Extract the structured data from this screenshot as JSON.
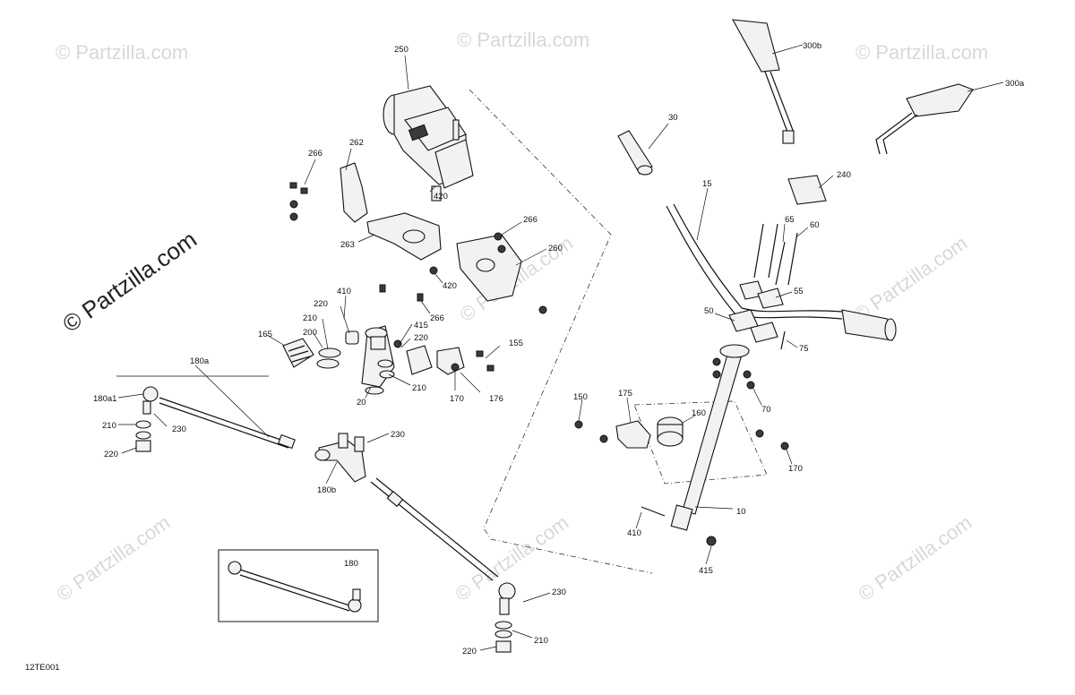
{
  "diagram": {
    "code": "12TE001",
    "watermark_main": "© Partzilla.com",
    "watermark": "© Partzilla.com",
    "labels": {
      "l250": "250",
      "l262": "262",
      "l266a": "266",
      "l420a": "420",
      "l266b": "266",
      "l260": "260",
      "l263": "263",
      "l420b": "420",
      "l266c": "266",
      "l410a": "410",
      "l220a": "220",
      "l210a": "210",
      "l415a": "415",
      "l220b": "220",
      "l200": "200",
      "l165": "165",
      "l155": "155",
      "l210b": "210",
      "l20": "20",
      "l170a": "170",
      "l176": "176",
      "l180a": "180a",
      "l180a1": "180a1",
      "l210c": "210",
      "l230a": "230",
      "l220c": "220",
      "l230b": "230",
      "l180b": "180b",
      "l180": "180",
      "l230c": "230",
      "l210d": "210",
      "l220d": "220",
      "l300b": "300b",
      "l300a": "300a",
      "l30": "30",
      "l240": "240",
      "l15": "15",
      "l65": "65",
      "l60": "60",
      "l55": "55",
      "l50": "50",
      "l75": "75",
      "l70a": "70",
      "l150": "150",
      "l175": "175",
      "l160": "160",
      "l170b": "170",
      "l10": "10",
      "l410b": "410",
      "l415b": "415"
    }
  }
}
